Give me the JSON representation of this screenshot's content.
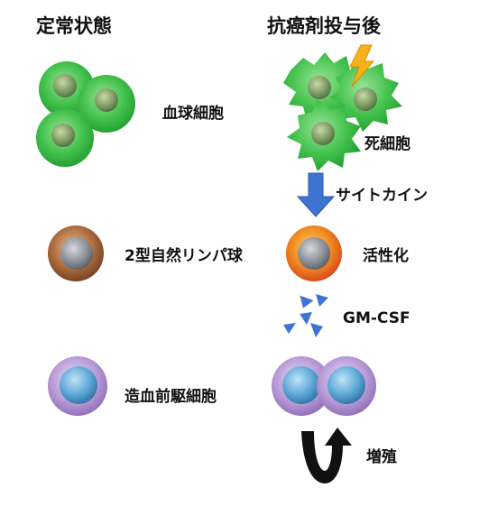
{
  "headers": {
    "steady_state": "定常状態",
    "after_chemo": "抗癌剤投与後"
  },
  "labels": {
    "blood_cells": "血球細胞",
    "dead_cells": "死細胞",
    "cytokine": "サイトカイン",
    "ilc2": "2型自然リンパ球",
    "activation": "活性化",
    "gmcsf": "GM-CSF",
    "hspc": "造血前駆細胞",
    "proliferation": "増殖"
  },
  "colors": {
    "blood_cell": "#3fbf4a",
    "ilc2": "#a9683a",
    "ilc2_activated": "#e8561c",
    "hspc": "#b79ad6",
    "nucleus_gray": "#8a8f98",
    "nucleus_blue": "#5aa6d6",
    "arrow_blue": "#3f73d1",
    "lightning": "#f6b21a"
  }
}
